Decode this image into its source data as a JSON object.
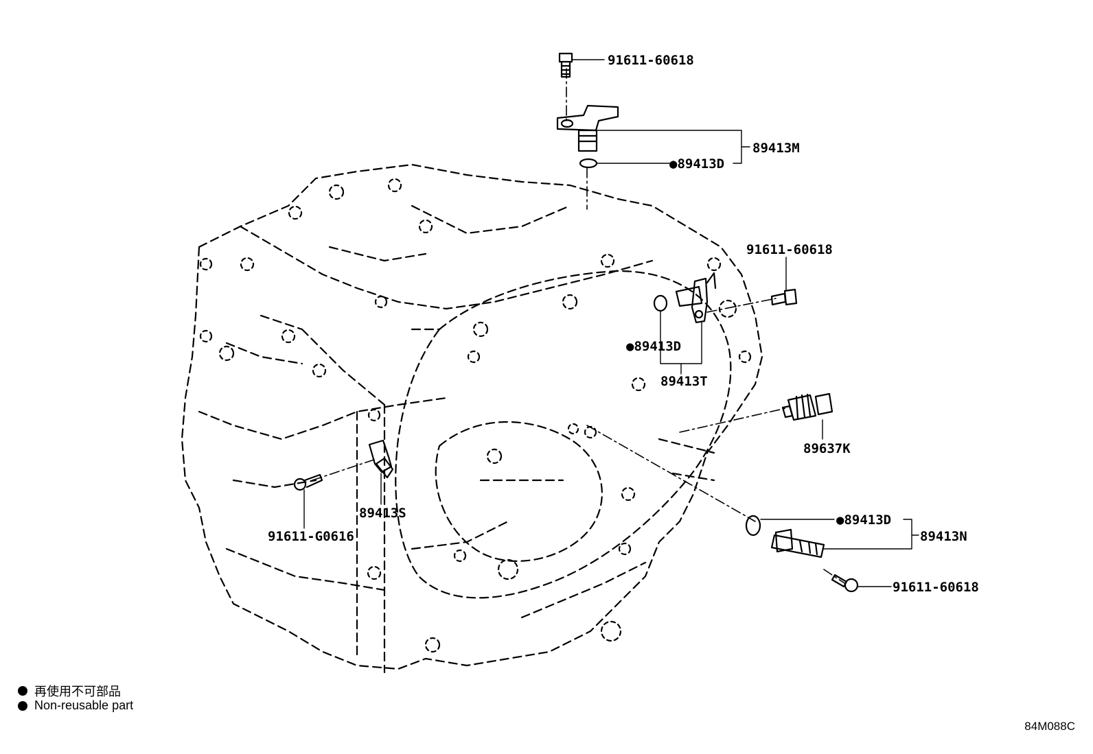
{
  "diagram_code": "84M088C",
  "legend": {
    "items": [
      {
        "symbol": "●",
        "text": "再使用不可部品"
      },
      {
        "symbol": "●",
        "text": "Non-reusable part"
      }
    ]
  },
  "parts": {
    "bolt_top": "91611-60618",
    "sensor_m": "89413M",
    "oring_top": "●89413D",
    "bolt_right": "91611-60618",
    "oring_mid": "●89413D",
    "sensor_t": "89413T",
    "switch_k": "89637K",
    "sensor_s": "89413S",
    "bolt_left": "91611-G0616",
    "oring_low": "●89413D",
    "sensor_n": "89413N",
    "bolt_low": "91611-60618"
  }
}
